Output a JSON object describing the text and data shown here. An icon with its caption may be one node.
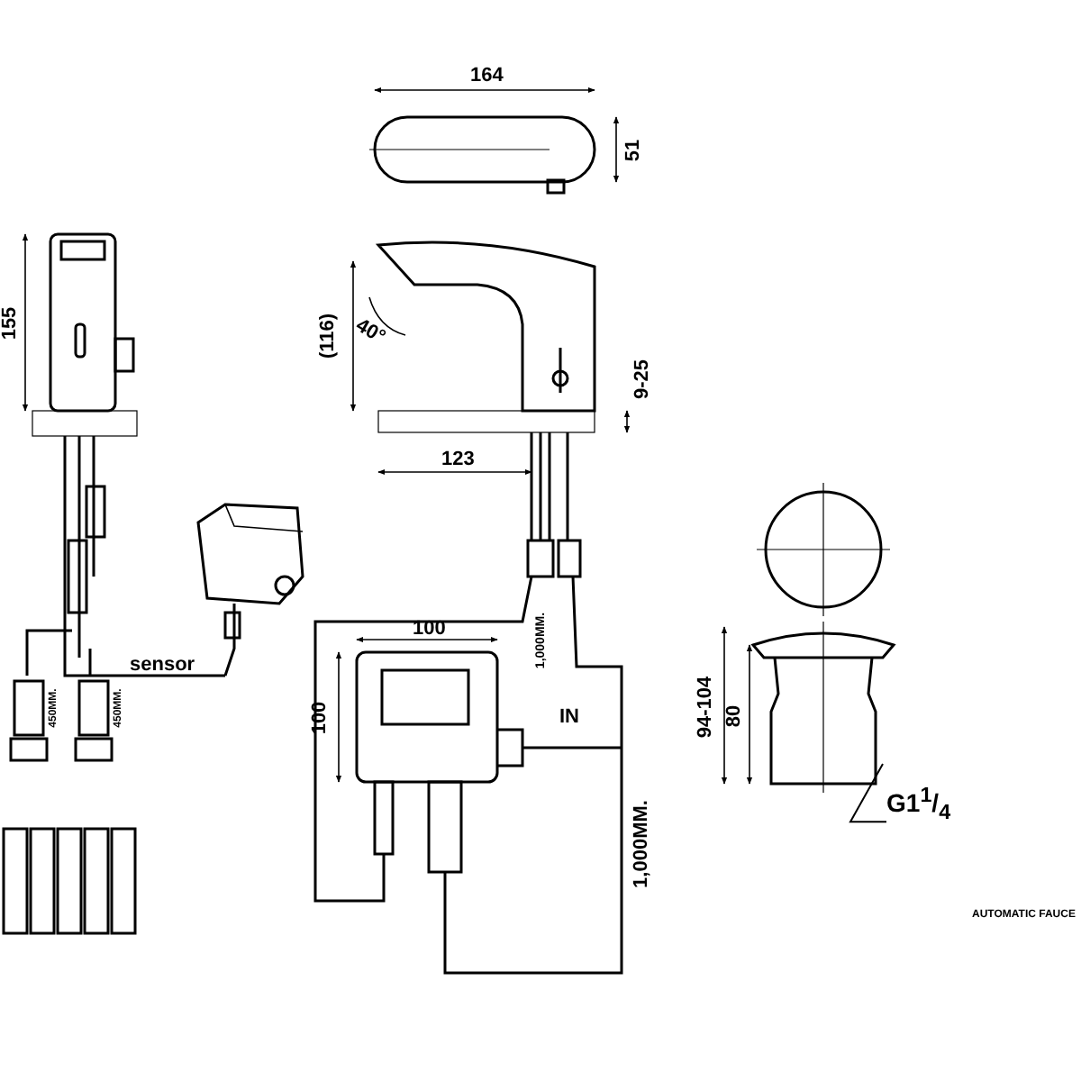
{
  "diagram": {
    "nodes": [
      {
        "text": [
          "G1$^{1}$/$_{4}$"
        ]
      },
      {
        "text": [],
        "shape": "picture"
      }
    ],
    "edges": [
      {
        "from": 0,
        "to": 1,
        "arrow": "none"
      }
    ],
    "labels": [
      "164",
      "51",
      "155",
      "(116)",
      "40°",
      "9-25",
      "123",
      "sensor",
      "100",
      "1,000MM.",
      "100",
      "IN",
      "94-104",
      "80",
      "1,000MM.",
      "450MM.",
      "450MM.",
      "AUTOMATIC FAUCE"
    ]
  }
}
